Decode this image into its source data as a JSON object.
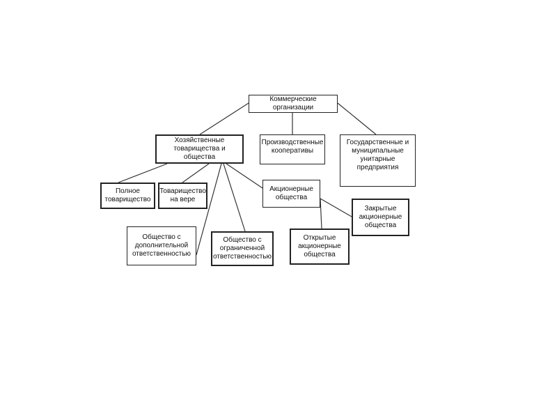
{
  "nodes": {
    "commercial": "Коммерческие организации",
    "economic": "Хозяйственные\nтоварищества и общества",
    "production": "Производственные\nкооперативы",
    "state": "Государственные и\nмуниципальные\nунитарные\nпредприятия",
    "full": "Полное\nтоварищество",
    "faith": "Товарищество\nна вере",
    "joint_stock": "Акционерные\nобщества",
    "closed": "Закрытые\nакционерные\nобщества",
    "additional": "Общество с\nдополнительной\nответственностью",
    "limited": "Общество с\nограниченной\nответственностью",
    "open": "Открытые\nакционерные\nобщества"
  }
}
